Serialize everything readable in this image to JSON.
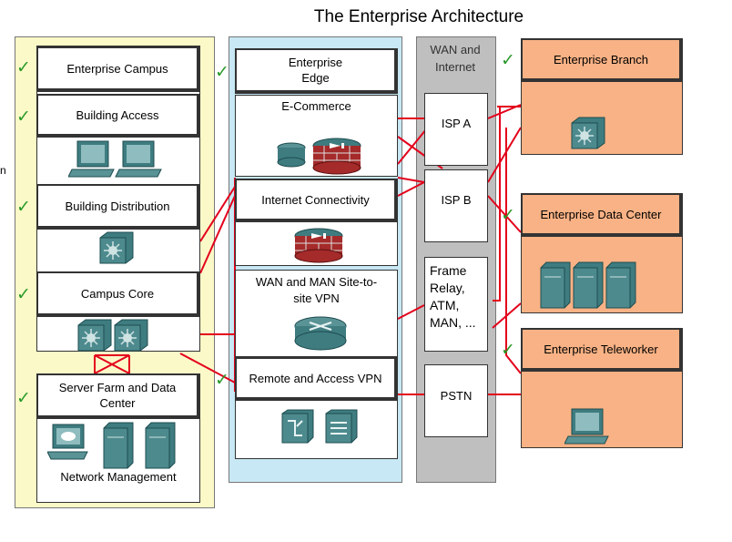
{
  "title": "The Enterprise Architecture",
  "side_fragment": "n",
  "campus": {
    "enterprise_campus": "Enterprise Campus",
    "building_access": "Building Access",
    "building_distribution": "Building Distribution",
    "campus_core": "Campus Core",
    "server_farm_line1": "Server Farm and Data",
    "server_farm_line2": "Center",
    "network_management": "Network Management"
  },
  "edge": {
    "header_line1": "Enterprise",
    "header_line2": "Edge",
    "ecommerce": "E-Commerce",
    "internet_connectivity": "Internet Connectivity",
    "wan_man_line1": "WAN and MAN Site-to-",
    "wan_man_line2": "site VPN",
    "remote_access_vpn": "Remote and Access VPN"
  },
  "wan": {
    "header_line1": "WAN and",
    "header_line2": "Internet",
    "isp_a": "ISP A",
    "isp_b": "ISP B",
    "frame_relay": [
      "Frame",
      "Relay,",
      "ATM,",
      "MAN, ..."
    ],
    "pstn": "PSTN"
  },
  "remote": {
    "branch": "Enterprise Branch",
    "data_center": "Enterprise Data Center",
    "teleworker": "Enterprise Teleworker"
  },
  "checkmark": "✓",
  "colors": {
    "campus_bg": "#fcf9c8",
    "edge_bg": "#c7e8f4",
    "wan_bg": "#bfbfbf",
    "remote_bg": "#f9b285",
    "link": "#e3001b",
    "check": "#2a9a2a",
    "device": "#3e7c80"
  }
}
